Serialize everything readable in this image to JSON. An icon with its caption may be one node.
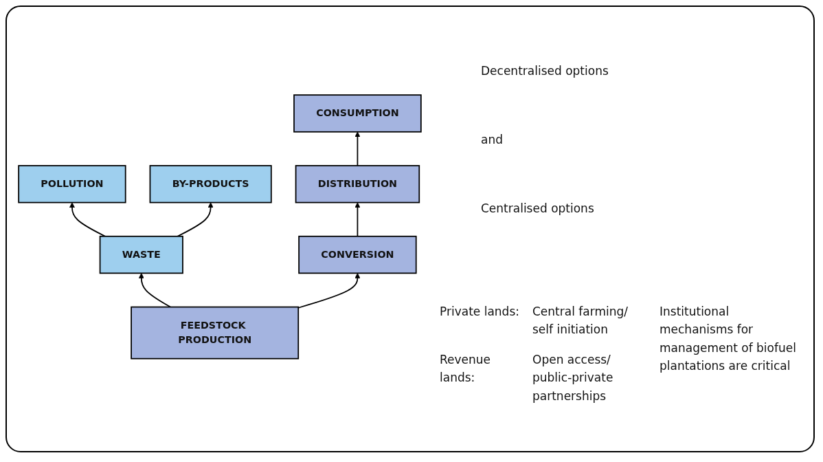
{
  "diagram": {
    "nodes": [
      {
        "text": [
          "CONSUMPTION"
        ]
      },
      {
        "text": [
          "POLLUTION"
        ]
      },
      {
        "text": [
          "BY-PRODUCTS"
        ]
      },
      {
        "text": [
          "DISTRIBUTION"
        ]
      },
      {
        "text": [
          "WASTE"
        ]
      },
      {
        "text": [
          "CONVERSION"
        ]
      },
      {
        "text": [
          "FEEDSTOCK PRODUCTION"
        ]
      }
    ],
    "edges": [
      {
        "from": 6,
        "to": 4,
        "arrow": "to"
      },
      {
        "from": 6,
        "to": 5,
        "arrow": "to"
      },
      {
        "from": 4,
        "to": 1,
        "arrow": "to"
      },
      {
        "from": 4,
        "to": 2,
        "arrow": "to"
      },
      {
        "from": 5,
        "to": 3,
        "arrow": "to"
      },
      {
        "from": 3,
        "to": 0,
        "arrow": "to"
      }
    ],
    "labels": [
      "Decentralised options",
      "and",
      "Centralised options",
      "Private lands:",
      "Central farming/ self initiation",
      "Revenue lands:",
      "Open access/ public-private partnerships",
      "Institutional mechanisms for management of biofuel plantations are critical"
    ]
  }
}
